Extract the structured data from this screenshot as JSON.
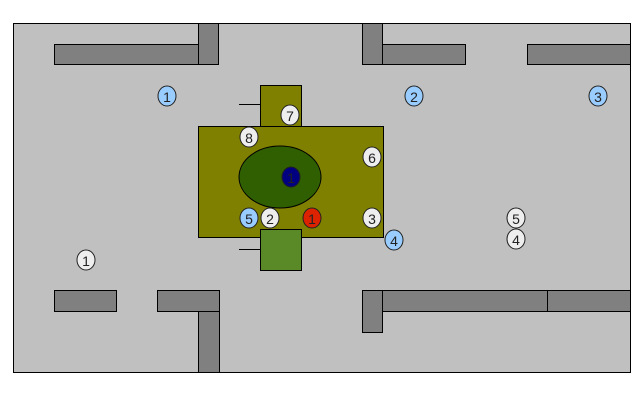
{
  "colors": {
    "floor": "#c0c0c0",
    "wall": "#808080",
    "platform": "#808000",
    "ellipse": "#2f5f00",
    "green_box": "#5a8a28",
    "blue_team": "#99ccff",
    "white_team": "#eeeeee",
    "red": "#dd2200",
    "navy": "#000080"
  },
  "markers": [
    {
      "team": "blue",
      "label": "1"
    },
    {
      "team": "blue",
      "label": "2"
    },
    {
      "team": "blue",
      "label": "3"
    },
    {
      "team": "blue",
      "label": "4"
    },
    {
      "team": "blue",
      "label": "5"
    },
    {
      "team": "white",
      "label": "1"
    },
    {
      "team": "white",
      "label": "2"
    },
    {
      "team": "white",
      "label": "3"
    },
    {
      "team": "white",
      "label": "4"
    },
    {
      "team": "white",
      "label": "5"
    },
    {
      "team": "white",
      "label": "6"
    },
    {
      "team": "white",
      "label": "7"
    },
    {
      "team": "white",
      "label": "8"
    },
    {
      "team": "red",
      "label": "1"
    },
    {
      "team": "navy",
      "label": "1"
    }
  ]
}
